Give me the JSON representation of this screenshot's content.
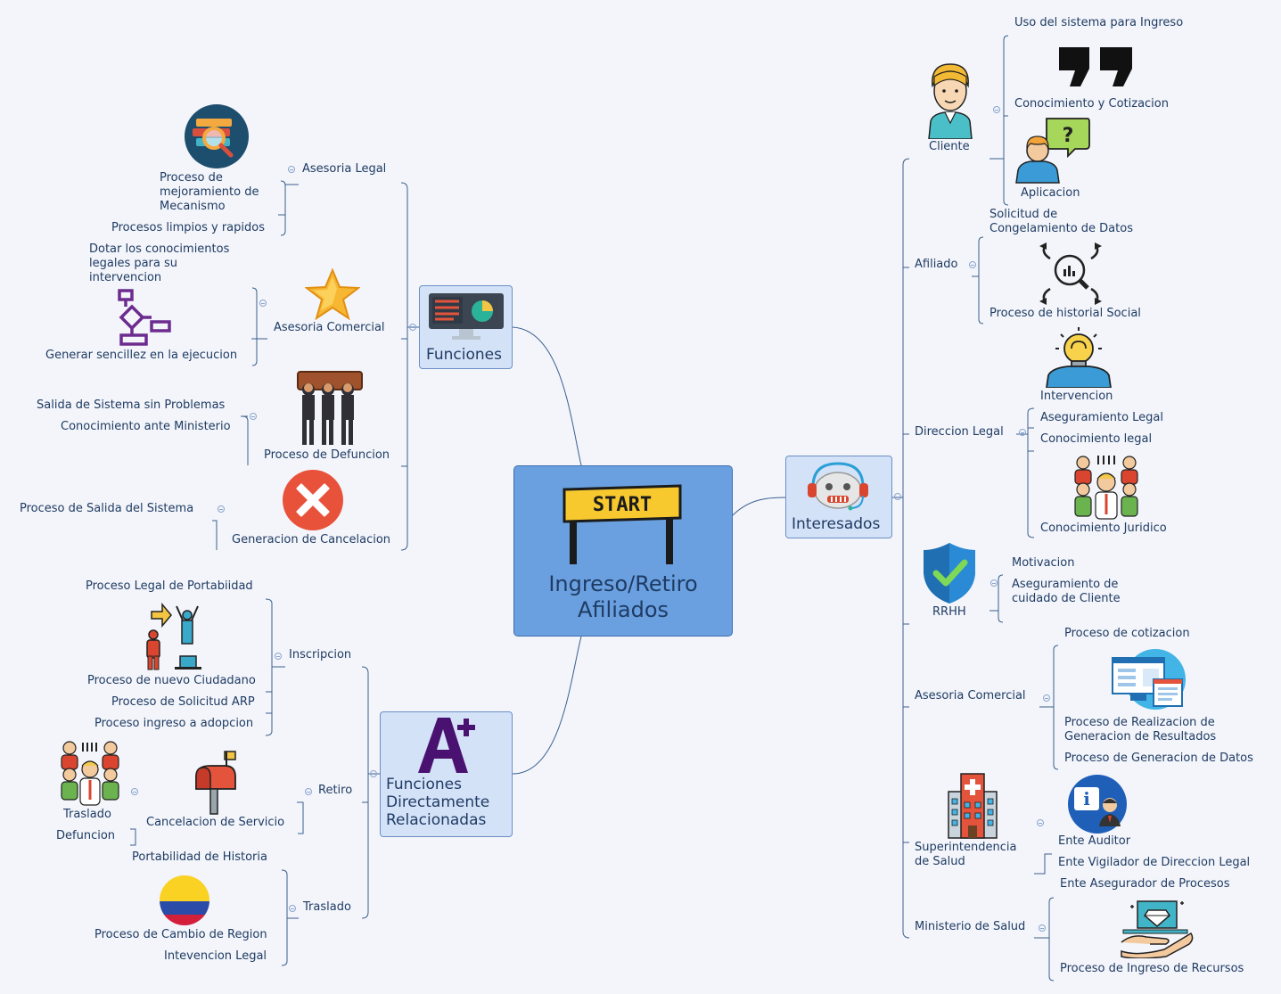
{
  "root": {
    "label_line1": "Ingreso/Retiro",
    "label_line2": "Afiliados",
    "start_sign": "START"
  },
  "funciones": {
    "label": "Funciones",
    "asesoria_legal": {
      "label": "Asesoria Legal",
      "items": [
        "Proceso de mejoramiento de Mecanismo",
        "Procesos limpios y rapidos"
      ]
    },
    "asesoria_comercial": {
      "label": "Asesoria Comercial",
      "items": [
        "Dotar los conocimientos legales para su intervencion",
        "Generar sencillez en la ejecucion"
      ]
    },
    "proceso_defuncion": {
      "label": "Proceso de Defuncion",
      "items": [
        "Salida de Sistema sin Problemas",
        "Conocimiento ante Ministerio"
      ]
    },
    "cancelacion": {
      "label": "Generacion de Cancelacion",
      "items": [
        "Proceso de Salida del Sistema"
      ]
    }
  },
  "relacionadas": {
    "label": "Funciones Directamente Relacionadas",
    "inscripcion": {
      "label": "Inscripcion",
      "items": [
        "Proceso Legal de Portabiidad",
        "Proceso de nuevo Ciudadano",
        "Proceso de Solicitud ARP",
        "Proceso ingreso a adopcion"
      ]
    },
    "retiro": {
      "label": "Retiro",
      "cancelacion": "Cancelacion de Servicio",
      "traslado": "Traslado",
      "defuncion": "Defuncion"
    },
    "traslado": {
      "label": "Traslado",
      "items": [
        "Portabilidad de Historia",
        "Proceso de Cambio de Region",
        "Intevencion Legal"
      ]
    }
  },
  "interesados": {
    "label": "Interesados",
    "cliente": {
      "label": "Cliente",
      "items": [
        "Uso del sistema para Ingreso",
        "Conocimiento y Cotizacion",
        "Aplicacion"
      ]
    },
    "afiliado": {
      "label": "Afiliado",
      "items": [
        "Solicitud de Congelamiento de Datos",
        "Proceso de historial Social"
      ]
    },
    "direccion_legal": {
      "label": "Direccion Legal",
      "items": [
        "Intervencion",
        "Aseguramiento Legal",
        "Conocimiento legal",
        "Conocimiento Juridico"
      ]
    },
    "rrhh": {
      "label": "RRHH",
      "items": [
        "Motivacion",
        "Aseguramiento de cuidado de Cliente"
      ]
    },
    "asesoria_comercial": {
      "label": "Asesoria Comercial",
      "items": [
        "Proceso de cotizacion",
        "Proceso de Realizacion de Generacion de Resultados",
        "Proceso de Generacion de Datos"
      ]
    },
    "superintendencia": {
      "label": "Superintendencia de Salud",
      "items": [
        "Ente Auditor",
        "Ente Vigilador de Direccion Legal"
      ]
    },
    "ministerio": {
      "label": "Ministerio de Salud",
      "items": [
        "Ente Asegurador de Procesos",
        "Proceso de Ingreso de Recursos"
      ]
    }
  },
  "colors": {
    "background": "#f3f5fa",
    "root_fill": "#6aa0e0",
    "node_fill": "#d4e2f8",
    "node_border": "#6b8fc6",
    "text": "#1f3b63",
    "connector": "#3b5f8f"
  }
}
